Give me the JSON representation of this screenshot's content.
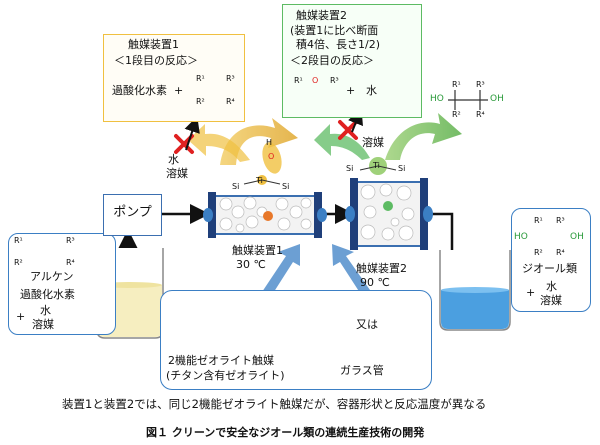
{
  "box1": {
    "title": "触媒装置1",
    "subtitle": "＜1段目の反応＞",
    "reactant": "過酸化水素",
    "plus": "+"
  },
  "box2": {
    "title": "触媒装置2",
    "note1": "(装置1に比べ断面",
    "note2": "積4倍、長さ1/2)",
    "subtitle": "＜2段目の反応＞",
    "plus": "+",
    "product": "水"
  },
  "labels": {
    "water_solvent": "水\n溶媒",
    "water": "水",
    "solvent": "溶媒",
    "solvent2": "溶媒"
  },
  "pump": "ポンプ",
  "left_box": {
    "alkene": "アルケン",
    "h2o2": "過酸化水素",
    "plus": "+",
    "water": "水",
    "solvent": "溶媒"
  },
  "right_box": {
    "diol": "ジオール類",
    "plus": "+",
    "water": "水",
    "solvent": "溶媒"
  },
  "device1": {
    "label": "触媒装置1",
    "temp": "30 ℃"
  },
  "device2": {
    "label": "触媒装置2",
    "temp": "90 ℃"
  },
  "bottom_box": {
    "catalyst1": "2機能ゼオライト触媒",
    "catalyst2": "(チタン含有ゼオライト)",
    "or": "又は",
    "glass": "ガラス管",
    "plus": "+"
  },
  "chem": {
    "r1": "R¹",
    "r2": "R²",
    "r3": "R³",
    "r4": "R⁴",
    "ho": "HO",
    "oh": "OH",
    "h": "H",
    "o": "O",
    "ti": "Ti",
    "si": "Si"
  },
  "caption": "装置1と装置2では、同じ2機能ゼオライト触媒だが、容器形状と反応温度が異なる",
  "figure_title": "図１ クリーンで安全なジオール類の連続生産技術の開発",
  "colors": {
    "blue": "#3b7fc4",
    "yellow": "#f0c040",
    "green": "#5dbb63",
    "red": "#e02020"
  }
}
